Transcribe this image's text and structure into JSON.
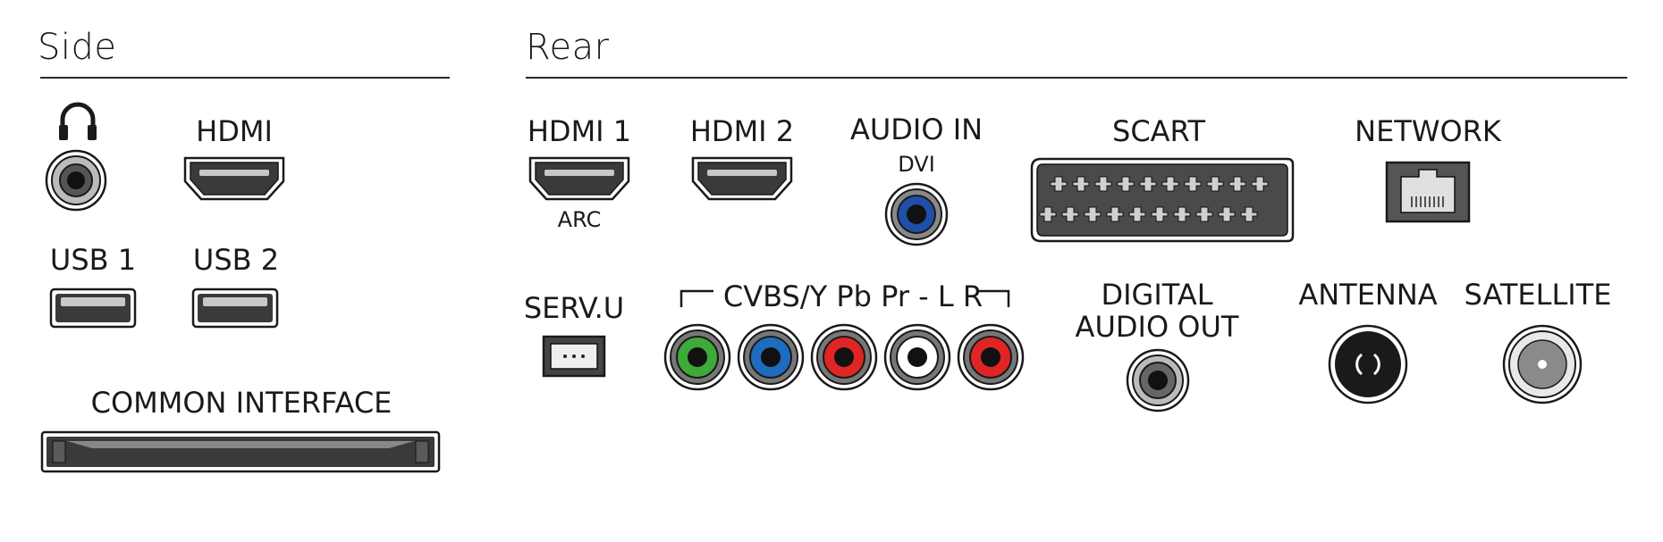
{
  "sections": {
    "side": {
      "title": "Side"
    },
    "rear": {
      "title": "Rear"
    }
  },
  "side": {
    "headphone": {
      "icon": "headphones-icon"
    },
    "hdmi": {
      "label": "HDMI"
    },
    "usb1": {
      "label": "USB 1"
    },
    "usb2": {
      "label": "USB 2"
    },
    "common_interface": {
      "label": "COMMON INTERFACE"
    }
  },
  "rear": {
    "hdmi1": {
      "label": "HDMI 1",
      "sublabel": "ARC"
    },
    "hdmi2": {
      "label": "HDMI 2"
    },
    "audio_in": {
      "label": "AUDIO IN",
      "sublabel": "DVI"
    },
    "scart": {
      "label": "SCART"
    },
    "network": {
      "label": "NETWORK"
    },
    "serv_u": {
      "label": "SERV.U"
    },
    "cvbs": {
      "label": "CVBS/Y Pb Pr - L R"
    },
    "digital_audio_out": {
      "label_line1": "DIGITAL",
      "label_line2": "AUDIO OUT"
    },
    "antenna": {
      "label": "ANTENNA"
    },
    "satellite": {
      "label": "SATELLITE"
    }
  },
  "colors": {
    "green": "#3daa3a",
    "blue": "#1d6cc0",
    "red": "#e02525",
    "white": "#ffffff",
    "dvi_blue": "#1f4fa8",
    "dark": "#1a1a1a"
  }
}
